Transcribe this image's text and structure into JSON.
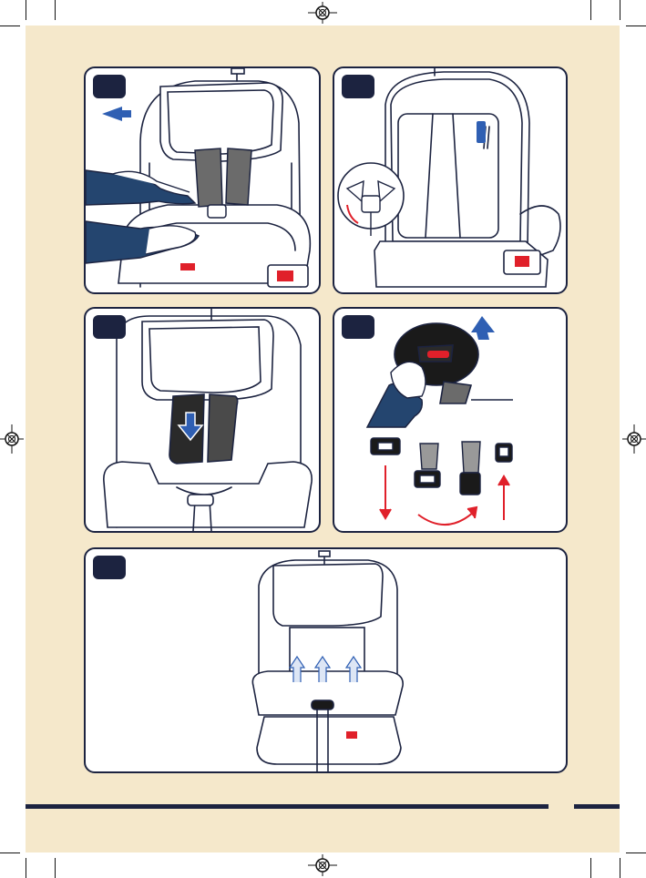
{
  "page": {
    "colors": {
      "background": "#f5e8cb",
      "border": "#1c2340",
      "accent_blue": "#2f5fb3",
      "accent_red": "#e0202a",
      "sleeve": "#24456f"
    },
    "icons": [
      "registration-mark-icon",
      "arrow-left-icon",
      "arrow-up-icon",
      "arrow-down-icon"
    ]
  },
  "steps": [
    {
      "id": 1,
      "icon": "arrow-left-icon"
    },
    {
      "id": 2,
      "icon": "rotate-arrow-icon"
    },
    {
      "id": 3,
      "icon": "arrow-down-icon"
    },
    {
      "id": 4,
      "icon": "arrow-up-icon"
    },
    {
      "id": 5,
      "icon": "arrow-up-icon"
    }
  ]
}
